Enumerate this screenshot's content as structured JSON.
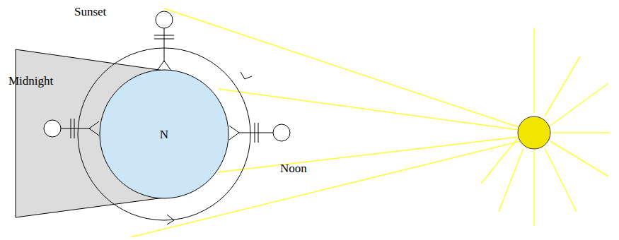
{
  "diagram": {
    "nodes": [
      {
        "text": [
          "N"
        ]
      }
    ],
    "labels": [
      "Sunset",
      "Midnight",
      "Noon"
    ]
  }
}
